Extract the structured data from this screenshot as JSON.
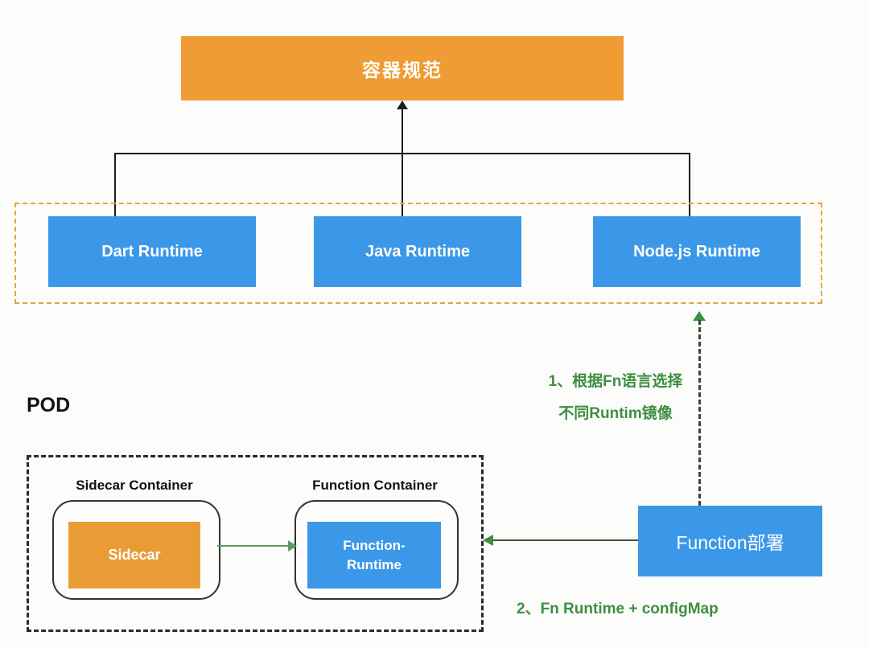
{
  "diagram": {
    "spec_node": {
      "label": "容器规范"
    },
    "runtimes": [
      {
        "label": "Dart Runtime"
      },
      {
        "label": "Java Runtime"
      },
      {
        "label": "Node.js Runtime"
      }
    ],
    "pod": {
      "label": "POD",
      "sidecar_container": {
        "label": "Sidecar Container",
        "node": "Sidecar"
      },
      "function_container": {
        "label": "Function Container",
        "node": "Function-\nRuntime"
      }
    },
    "deploy_node": {
      "label": "Function部署"
    },
    "annotations": [
      {
        "label": "1、根据Fn语言选择\n不同Runtim镜像"
      },
      {
        "label": "2、Fn Runtime + configMap"
      }
    ],
    "colors": {
      "orange": "#EE9C33",
      "blue": "#3B98E8",
      "green_text": "#3E8E41",
      "green_arrow": "#5E9C5E",
      "dashed_orange_border": "#E7A43E",
      "dashed_black_border": "#2A2A2A",
      "black_line": "#1E1E1E",
      "background": "#FCFCFB"
    }
  }
}
